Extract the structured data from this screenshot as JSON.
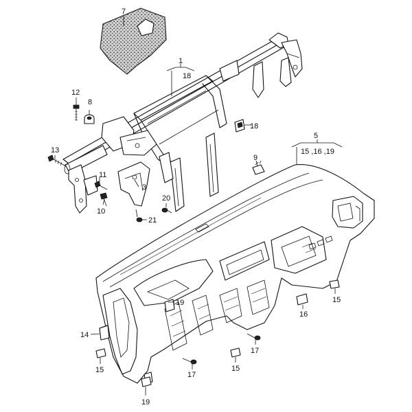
{
  "callouts": {
    "c1": "1",
    "c1_sub": "18",
    "c3": "3",
    "c5": "5",
    "c5_sub": "15 ,16 ,19",
    "c7": "7",
    "c8": "8",
    "c9": "9",
    "c10": "10",
    "c11": "11",
    "c12": "12",
    "c13": "13",
    "c14": "14",
    "c15a": "15",
    "c15b": "15",
    "c15c": "15",
    "c16": "16",
    "c17a": "17",
    "c17b": "17",
    "c18": "18",
    "c19a": "19",
    "c19b": "19",
    "c20": "20",
    "c21": "21"
  }
}
